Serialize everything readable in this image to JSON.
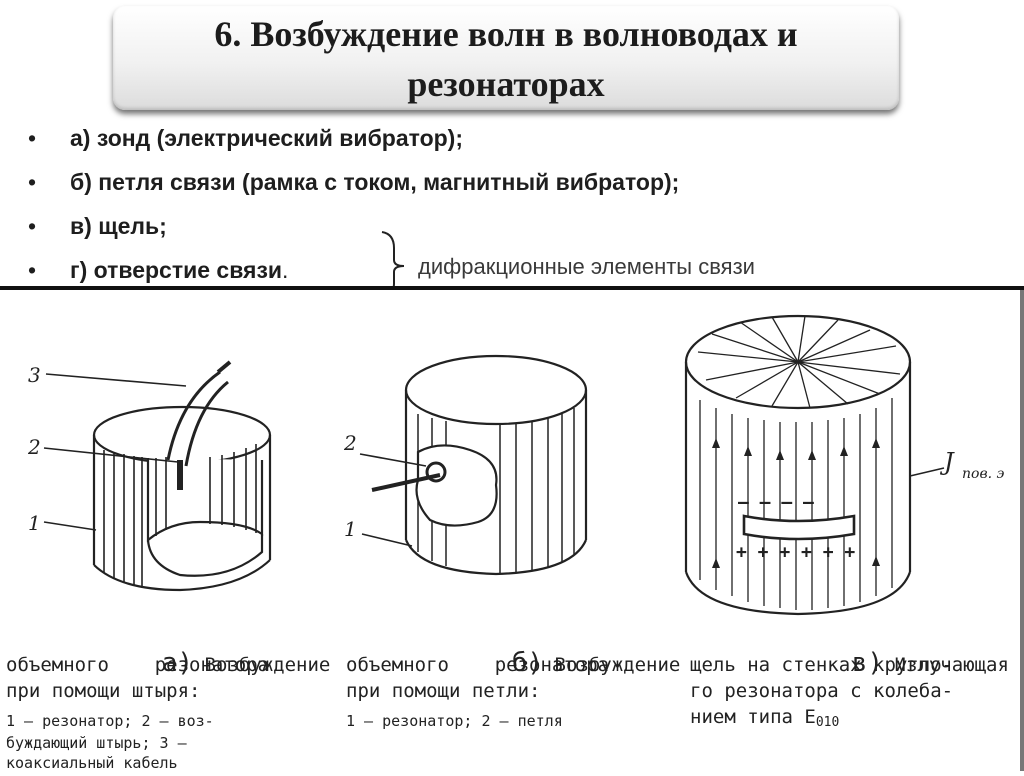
{
  "title": {
    "line1": "6. Возбуждение волн в волноводах и",
    "line2": "резонаторах"
  },
  "bullets": {
    "marker": "•",
    "items": [
      {
        "bold": "а) зонд (электрический вибратор);",
        "normal": ""
      },
      {
        "bold": "б) петля связи (рамка с током, магнитный вибратор);",
        "normal": ""
      },
      {
        "bold": "в) щель;",
        "normal": ""
      },
      {
        "bold": "г) отверстие связи",
        "normal": "."
      }
    ],
    "note": "дифракционные элементы связи"
  },
  "figure": {
    "labels": {
      "a3": "3",
      "a2": "2",
      "a1": "1",
      "b2": "2",
      "b1": "1",
      "current": "J",
      "current_sub": "пов. э",
      "minus": "— — — —",
      "plus": "+ + + + + +"
    },
    "captions": {
      "a": {
        "letter": "а)",
        "line1": "Возбуждение",
        "line2": "объемного    резонатора",
        "line3": "при помощи штыря:",
        "line4": "1 — резонатор; 2 — воз-",
        "line5": "буждающий штырь; 3 —",
        "line6": "коаксиальный кабель"
      },
      "b": {
        "letter": "б)",
        "line1": "Возбуждение",
        "line2": "объемного    резонатора",
        "line3": "при помощи петли:",
        "line4": "1 — резонатор; 2 — петля"
      },
      "c": {
        "letter": "в)",
        "line1": "Излучающая",
        "line2": "щель на стенках кругло-",
        "line3": "го резонатора с колеба-",
        "line4": "нием типа E",
        "line4_sub": "010"
      }
    }
  }
}
